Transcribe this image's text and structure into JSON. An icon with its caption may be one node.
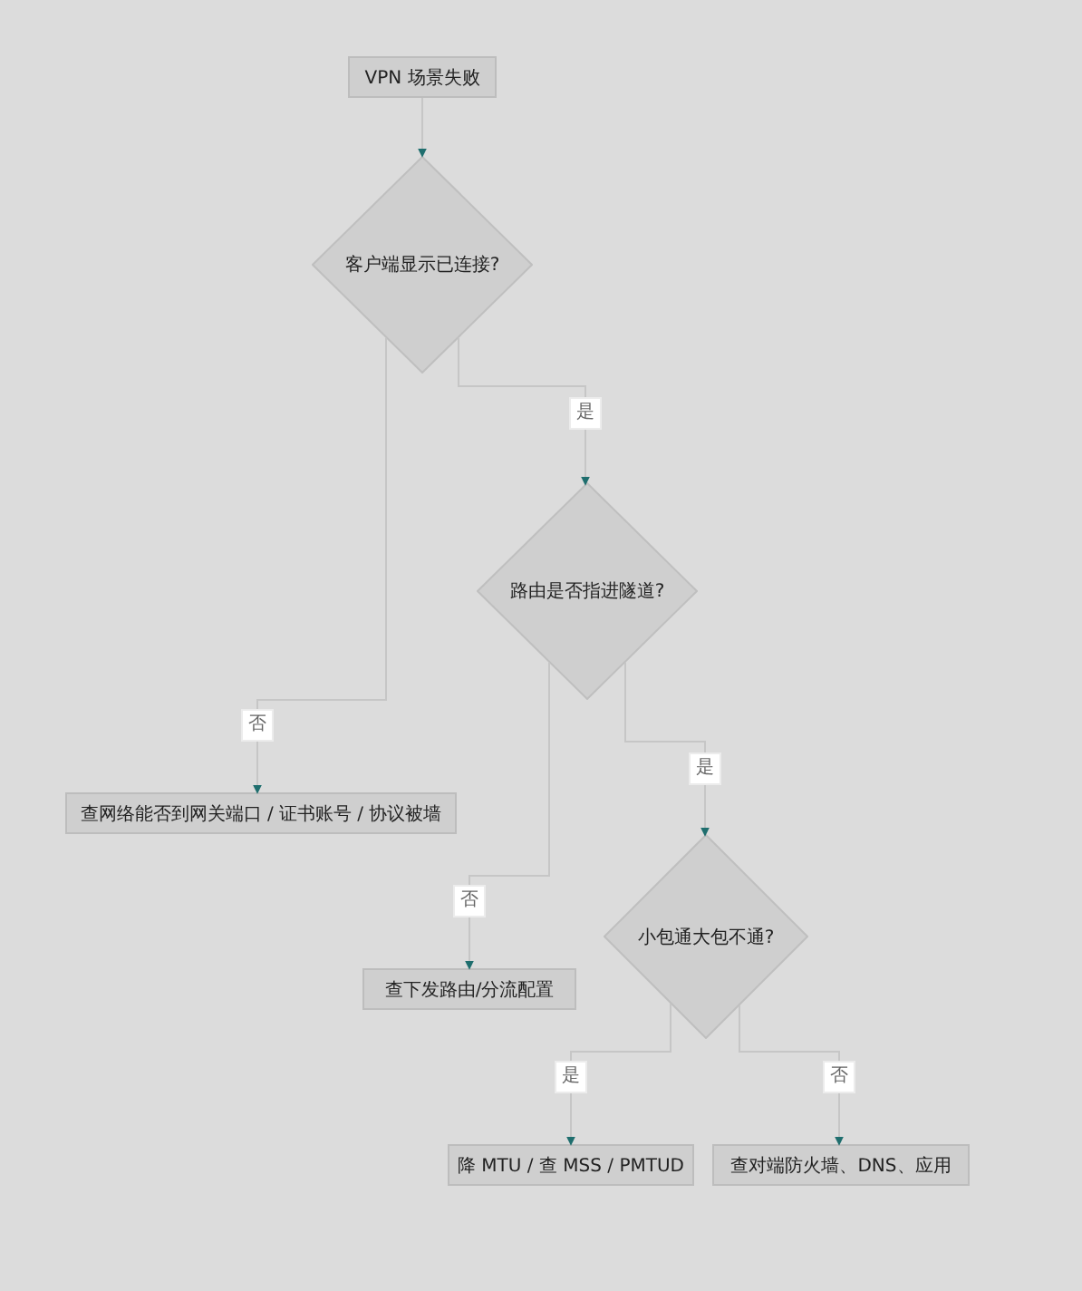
{
  "diagram": {
    "nodes": [
      {
        "text": [
          "VPN 场景失败"
        ]
      },
      {
        "text": [
          "客户端显示已连接?"
        ]
      },
      {
        "text": [
          "路由是否指进隧道?"
        ]
      },
      {
        "text": [
          "查网络能否到网关端口 / 证书账号 / 协议被墙"
        ]
      },
      {
        "text": [
          "小包通大包不通?"
        ]
      },
      {
        "text": [
          "查下发路由/分流配置"
        ]
      },
      {
        "text": [
          "降 MTU / 查 MSS / PMTUD"
        ]
      },
      {
        "text": [
          "查对端防火墙、DNS、应用"
        ]
      }
    ],
    "edges": [
      {
        "from": 0,
        "to": 1,
        "arrow": "to"
      },
      {
        "from": 1,
        "to": 2,
        "arrow": "to",
        "label": "是"
      },
      {
        "from": 1,
        "to": 3,
        "arrow": "to",
        "label": "否"
      },
      {
        "from": 2,
        "to": 4,
        "arrow": "to",
        "label": "是"
      },
      {
        "from": 2,
        "to": 5,
        "arrow": "to",
        "label": "否"
      },
      {
        "from": 4,
        "to": 6,
        "arrow": "to",
        "label": "是"
      },
      {
        "from": 4,
        "to": 7,
        "arrow": "to",
        "label": "否"
      }
    ]
  }
}
